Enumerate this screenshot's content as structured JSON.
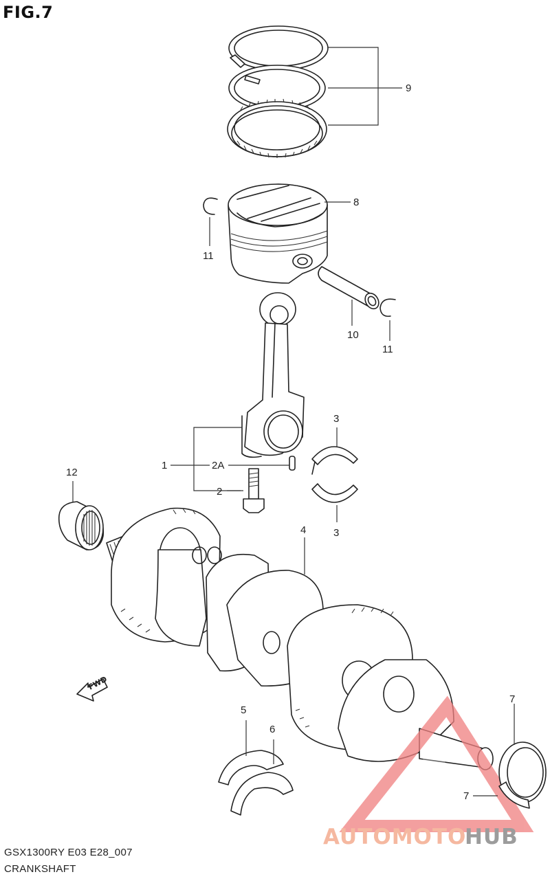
{
  "figure": {
    "title": "FIG.7",
    "model_code": "GSX1300RY E03 E28_007",
    "section_name": "CRANKSHAFT"
  },
  "callouts": {
    "rings": "9",
    "piston": "8",
    "circlip_left": "11",
    "circlip_right": "11",
    "piston_pin": "10",
    "conrod": "1",
    "conrod_pin": "2A",
    "conrod_bolt": "2",
    "bearing_top": "3",
    "bearing_bottom": "3",
    "crankshaft": "4",
    "bearing_12": "12",
    "thrust_5": "5",
    "thrust_6": "6",
    "bearing_7_top": "7",
    "bearing_7_bottom": "7"
  },
  "fwd": {
    "label": "FWD"
  },
  "watermark": {
    "part1": "AUTOMOTO",
    "part2": "HUB",
    "color_part1": "#f5b8a0",
    "color_part2": "#9c9c9c",
    "triangle_color": "#f08080"
  }
}
